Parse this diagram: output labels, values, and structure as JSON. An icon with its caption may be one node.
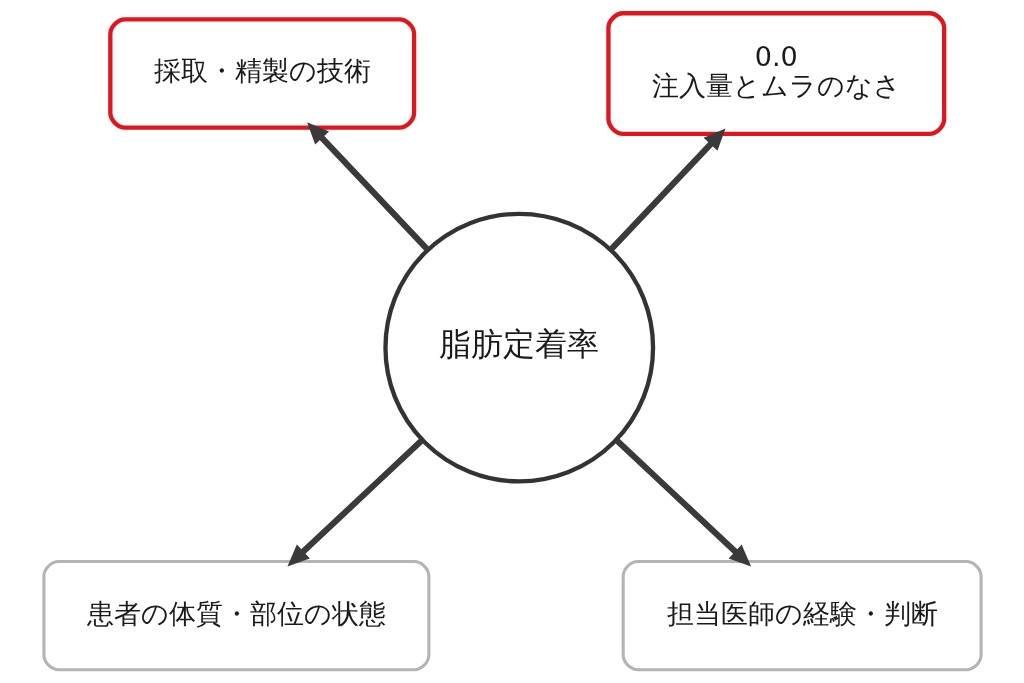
{
  "diagram": {
    "nodes": [
      {
        "text": [
          "脂肪定着率"
        ]
      },
      {
        "text": [
          "採取・精製の技術"
        ]
      },
      {
        "text": [
          "0.0",
          "注入量とムラのなさ"
        ]
      },
      {
        "text": [
          "患者の体質・部位の状態"
        ]
      },
      {
        "text": [
          "担当医師の経験・判断"
        ]
      }
    ],
    "edges": [
      {
        "from": 0,
        "to": 1,
        "arrow": "to"
      },
      {
        "from": 0,
        "to": 2,
        "arrow": "to"
      },
      {
        "from": 0,
        "to": 3,
        "arrow": "to"
      },
      {
        "from": 0,
        "to": 4,
        "arrow": "to"
      }
    ]
  }
}
